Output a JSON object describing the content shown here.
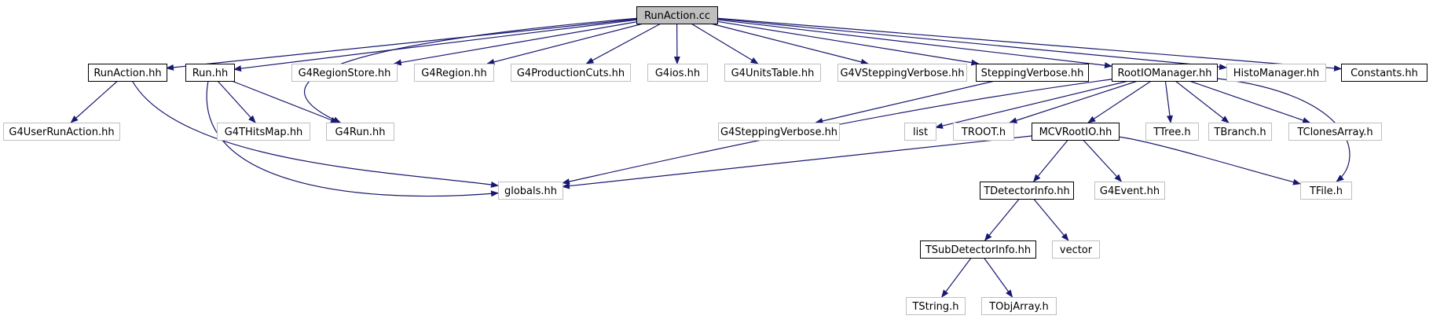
{
  "graph": {
    "colors": {
      "edge": "#191970",
      "root_fill": "#bfbfbf",
      "root_border": "#000000",
      "documented_border": "#000000",
      "external_border": "#bfbfbf",
      "node_fill": "#ffffff"
    },
    "nodes": [
      {
        "id": "runaction-cc",
        "label": "RunAction.cc",
        "kind": "root"
      },
      {
        "id": "runaction-hh",
        "label": "RunAction.hh",
        "kind": "documented"
      },
      {
        "id": "run-hh",
        "label": "Run.hh",
        "kind": "documented"
      },
      {
        "id": "g4regionstore-hh",
        "label": "G4RegionStore.hh",
        "kind": "external"
      },
      {
        "id": "g4region-hh",
        "label": "G4Region.hh",
        "kind": "external"
      },
      {
        "id": "g4productioncuts-hh",
        "label": "G4ProductionCuts.hh",
        "kind": "external"
      },
      {
        "id": "g4ios-hh",
        "label": "G4ios.hh",
        "kind": "external"
      },
      {
        "id": "g4unitstable-hh",
        "label": "G4UnitsTable.hh",
        "kind": "external"
      },
      {
        "id": "g4vsteppingverbose-hh",
        "label": "G4VSteppingVerbose.hh",
        "kind": "external"
      },
      {
        "id": "steppingverbose-hh",
        "label": "SteppingVerbose.hh",
        "kind": "documented"
      },
      {
        "id": "rootiomanager-hh",
        "label": "RootIOManager.hh",
        "kind": "documented"
      },
      {
        "id": "histomanager-hh",
        "label": "HistoManager.hh",
        "kind": "external"
      },
      {
        "id": "constants-hh",
        "label": "Constants.hh",
        "kind": "documented"
      },
      {
        "id": "g4userrunaction-hh",
        "label": "G4UserRunAction.hh",
        "kind": "external"
      },
      {
        "id": "g4hitsmap-hh",
        "label": "G4THitsMap.hh",
        "kind": "external"
      },
      {
        "id": "g4run-hh",
        "label": "G4Run.hh",
        "kind": "external"
      },
      {
        "id": "g4steppingverbose-hh",
        "label": "G4SteppingVerbose.hh",
        "kind": "external"
      },
      {
        "id": "list",
        "label": "list",
        "kind": "external"
      },
      {
        "id": "troot-h",
        "label": "TROOT.h",
        "kind": "external"
      },
      {
        "id": "mcvrootio-hh",
        "label": "MCVRootIO.hh",
        "kind": "documented"
      },
      {
        "id": "ttree-h",
        "label": "TTree.h",
        "kind": "external"
      },
      {
        "id": "tbranch-h",
        "label": "TBranch.h",
        "kind": "external"
      },
      {
        "id": "tclonesarray-h",
        "label": "TClonesArray.h",
        "kind": "external"
      },
      {
        "id": "globals-hh",
        "label": "globals.hh",
        "kind": "external"
      },
      {
        "id": "tdetectorinfo-hh",
        "label": "TDetectorInfo.hh",
        "kind": "documented"
      },
      {
        "id": "g4event-hh",
        "label": "G4Event.hh",
        "kind": "external"
      },
      {
        "id": "tfile-h",
        "label": "TFile.h",
        "kind": "external"
      },
      {
        "id": "tsubdetectorinfo-hh",
        "label": "TSubDetectorInfo.hh",
        "kind": "documented"
      },
      {
        "id": "vector",
        "label": "vector",
        "kind": "external"
      },
      {
        "id": "tstring-h",
        "label": "TString.h",
        "kind": "external"
      },
      {
        "id": "tobjarray-h",
        "label": "TObjArray.h",
        "kind": "external"
      }
    ],
    "edges": [
      {
        "from": "runaction-cc",
        "to": "runaction-hh"
      },
      {
        "from": "runaction-cc",
        "to": "run-hh"
      },
      {
        "from": "runaction-cc",
        "to": "g4run-hh"
      },
      {
        "from": "runaction-cc",
        "to": "g4regionstore-hh"
      },
      {
        "from": "runaction-cc",
        "to": "g4region-hh"
      },
      {
        "from": "runaction-cc",
        "to": "g4productioncuts-hh"
      },
      {
        "from": "runaction-cc",
        "to": "g4ios-hh"
      },
      {
        "from": "runaction-cc",
        "to": "g4unitstable-hh"
      },
      {
        "from": "runaction-cc",
        "to": "g4vsteppingverbose-hh"
      },
      {
        "from": "runaction-cc",
        "to": "steppingverbose-hh"
      },
      {
        "from": "runaction-cc",
        "to": "rootiomanager-hh"
      },
      {
        "from": "runaction-cc",
        "to": "histomanager-hh"
      },
      {
        "from": "runaction-cc",
        "to": "constants-hh"
      },
      {
        "from": "runaction-hh",
        "to": "g4userrunaction-hh"
      },
      {
        "from": "runaction-hh",
        "to": "globals-hh"
      },
      {
        "from": "run-hh",
        "to": "g4hitsmap-hh"
      },
      {
        "from": "run-hh",
        "to": "g4run-hh"
      },
      {
        "from": "run-hh",
        "to": "globals-hh"
      },
      {
        "from": "steppingverbose-hh",
        "to": "g4steppingverbose-hh"
      },
      {
        "from": "rootiomanager-hh",
        "to": "globals-hh"
      },
      {
        "from": "rootiomanager-hh",
        "to": "list"
      },
      {
        "from": "rootiomanager-hh",
        "to": "troot-h"
      },
      {
        "from": "rootiomanager-hh",
        "to": "mcvrootio-hh"
      },
      {
        "from": "rootiomanager-hh",
        "to": "ttree-h"
      },
      {
        "from": "rootiomanager-hh",
        "to": "tbranch-h"
      },
      {
        "from": "rootiomanager-hh",
        "to": "tclonesarray-h"
      },
      {
        "from": "rootiomanager-hh",
        "to": "tfile-h"
      },
      {
        "from": "mcvrootio-hh",
        "to": "globals-hh"
      },
      {
        "from": "mcvrootio-hh",
        "to": "tdetectorinfo-hh"
      },
      {
        "from": "mcvrootio-hh",
        "to": "g4event-hh"
      },
      {
        "from": "mcvrootio-hh",
        "to": "tfile-h"
      },
      {
        "from": "tdetectorinfo-hh",
        "to": "tsubdetectorinfo-hh"
      },
      {
        "from": "tdetectorinfo-hh",
        "to": "vector"
      },
      {
        "from": "tsubdetectorinfo-hh",
        "to": "tstring-h"
      },
      {
        "from": "tsubdetectorinfo-hh",
        "to": "tobjarray-h"
      }
    ]
  }
}
